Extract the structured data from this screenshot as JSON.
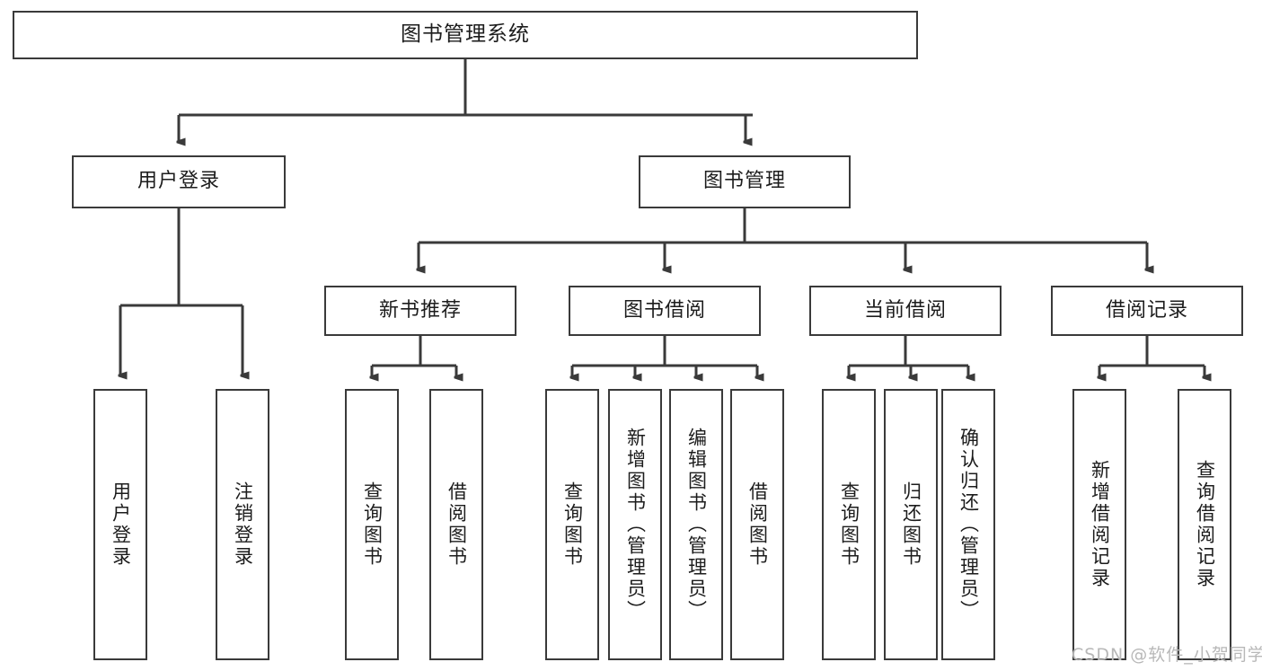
{
  "diagram": {
    "title": "图书管理系统",
    "type": "tree",
    "watermark": "CSDN @软件_小贺同学",
    "line_color": "#3a3a3a",
    "box_fill": "#ffffff",
    "text_color": "#1c1c1c",
    "watermark_color": "#b8b8b8"
  },
  "nodes": {
    "root": {
      "label": "图书管理系统"
    },
    "level2": [
      {
        "label": "用户登录"
      },
      {
        "label": "图书管理"
      }
    ],
    "level3": [
      {
        "label": "新书推荐"
      },
      {
        "label": "图书借阅"
      },
      {
        "label": "当前借阅"
      },
      {
        "label": "借阅记录"
      }
    ],
    "leaves_login": [
      {
        "label": "用户登录"
      },
      {
        "label": "注销登录"
      }
    ],
    "leaves_newbook": [
      {
        "label": "查询图书"
      },
      {
        "label": "借阅图书"
      }
    ],
    "leaves_borrow": [
      {
        "label": "查询图书"
      },
      {
        "label": "新增图书（管理员）"
      },
      {
        "label": "编辑图书（管理员）"
      },
      {
        "label": "借阅图书"
      }
    ],
    "leaves_current": [
      {
        "label": "查询图书"
      },
      {
        "label": "归还图书"
      },
      {
        "label": "确认归还（管理员）"
      }
    ],
    "leaves_record": [
      {
        "label": "新增借阅记录"
      },
      {
        "label": "查询借阅记录"
      }
    ]
  }
}
